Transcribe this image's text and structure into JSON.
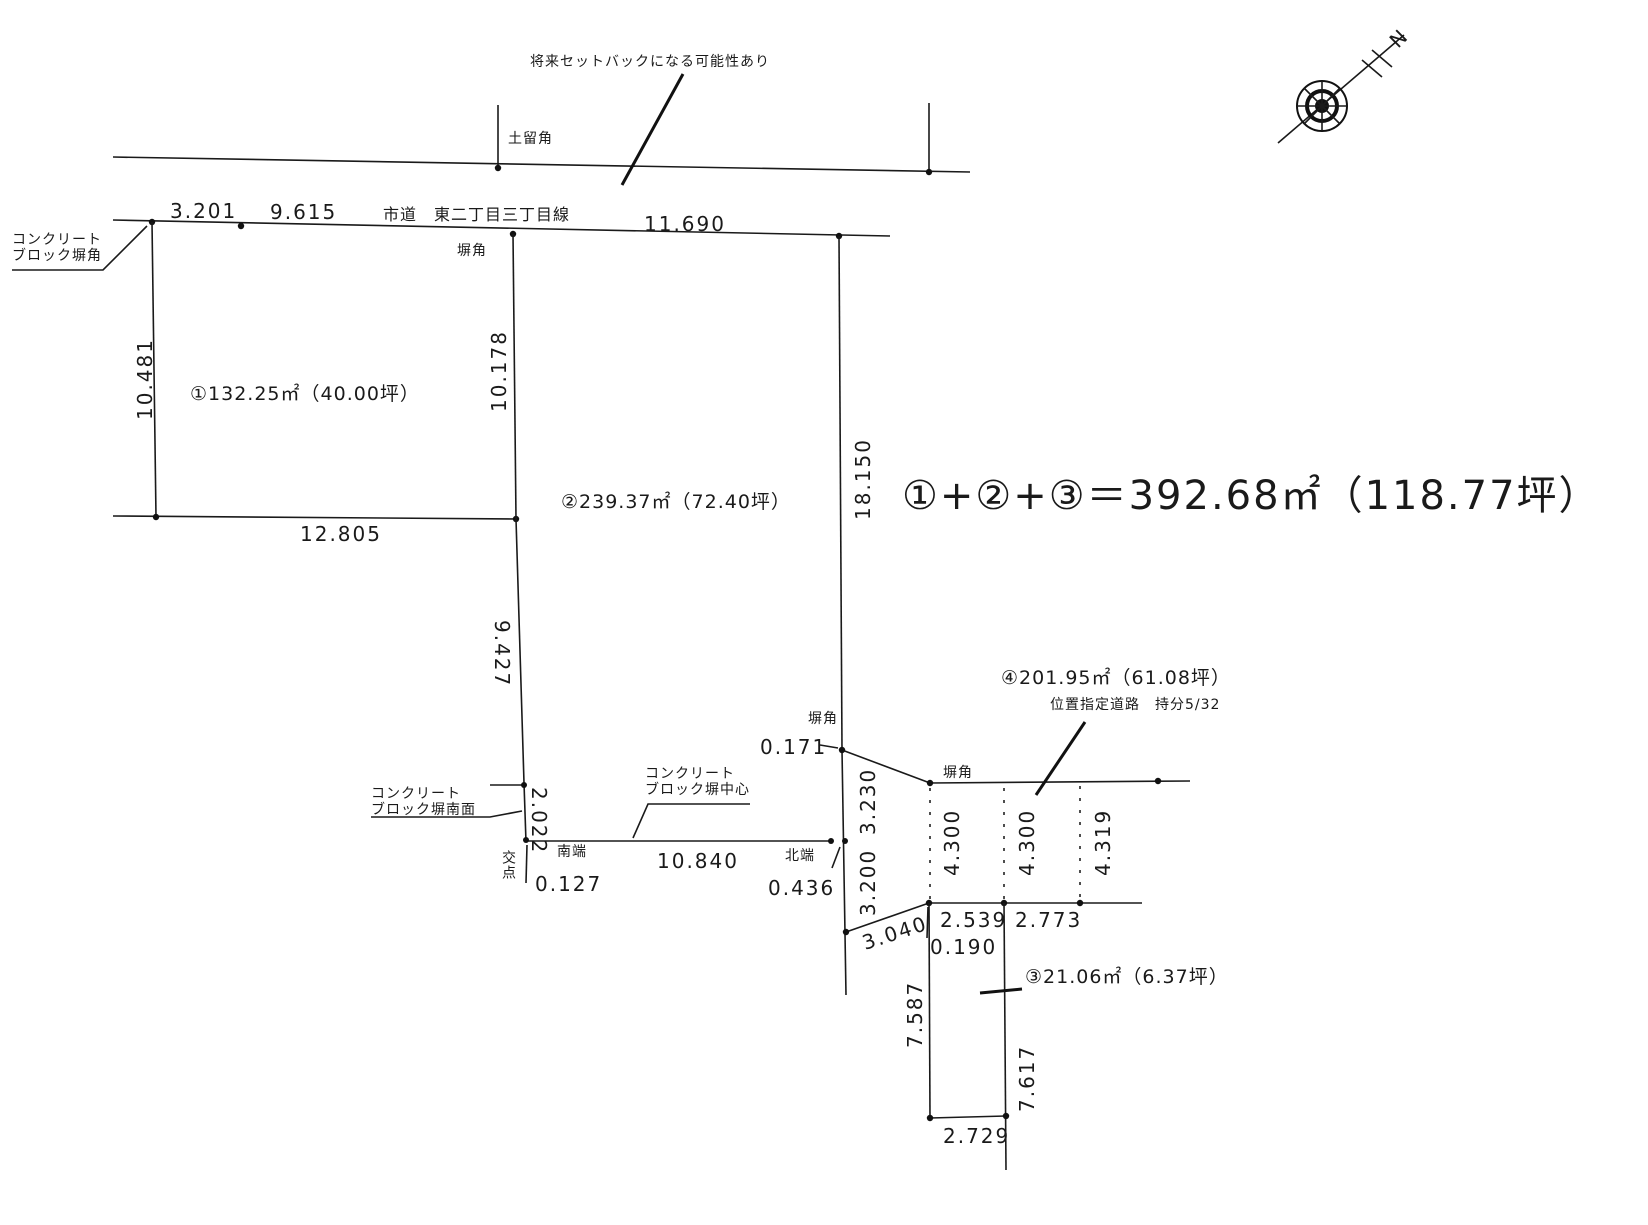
{
  "labels": {
    "setback_note": "将来セットバックになる可能性あり",
    "retaining_corner": "土留角",
    "road_name": "市道　東二丁目三丁目線",
    "wall_corner_top": "塀角",
    "wall_corner_mid": "塀角",
    "wall_corner_right": "塀角",
    "concrete_corner_1": "コンクリート",
    "concrete_corner_2": "ブロック塀角",
    "concrete_center_1": "コンクリート",
    "concrete_center_2": "ブロック塀中心",
    "concrete_south_1": "コンクリート",
    "concrete_south_2": "ブロック塀南面",
    "south_end": "南端",
    "north_end": "北端",
    "intersection": "交点",
    "designated_road": "位置指定道路　持分5/32"
  },
  "areas": {
    "lot1": "①132.25㎡（40.00坪）",
    "lot2": "②239.37㎡（72.40坪）",
    "lot3": "③21.06㎡（6.37坪）",
    "lot4": "④201.95㎡（61.08坪）",
    "total": "①+②+③＝392.68㎡（118.77坪）"
  },
  "dimensions": {
    "d3201": "3.201",
    "d9615": "9.615",
    "d11690": "11.690",
    "d10481": "10.481",
    "d10178": "10.178",
    "d12805": "12.805",
    "d18150": "18.150",
    "d9427": "9.427",
    "d2022": "2.022",
    "d0127": "0.127",
    "d10840": "10.840",
    "d0436": "0.436",
    "d0171": "0.171",
    "d3230": "3.230",
    "d3200": "3.200",
    "d3040": "3.040",
    "d0190": "0.190",
    "d2539": "2.539",
    "d2773": "2.773",
    "d4300a": "4.300",
    "d4300b": "4.300",
    "d4319": "4.319",
    "d7587": "7.587",
    "d7617": "7.617",
    "d2729": "2.729"
  },
  "compass": {
    "north_label": "N",
    "icon": "north-arrow-compass-icon"
  }
}
